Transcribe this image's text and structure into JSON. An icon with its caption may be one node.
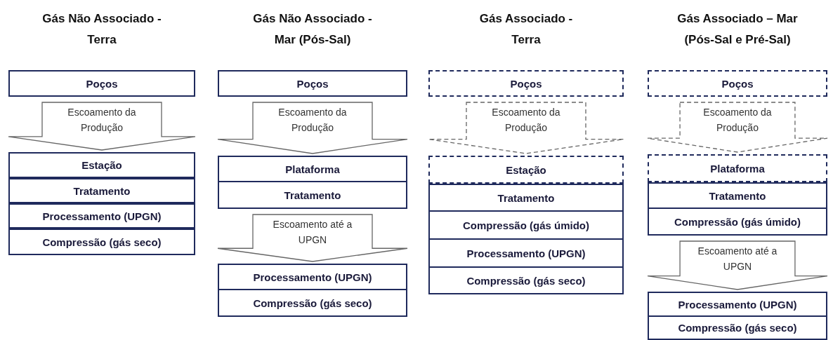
{
  "diagram": {
    "nodes": [
      {
        "text": [
          "Poços"
        ]
      },
      {
        "text": [
          "Estação"
        ]
      },
      {
        "text": [
          "Tratamento"
        ]
      },
      {
        "text": [
          "Processamento (UPGN)"
        ]
      },
      {
        "text": [
          "Compressão (gás seco)"
        ]
      },
      {
        "text": [
          "Poços"
        ]
      },
      {
        "text": [
          "Plataforma"
        ]
      },
      {
        "text": [
          "Tratamento"
        ]
      },
      {
        "text": [
          "Processamento (UPGN)"
        ]
      },
      {
        "text": [
          "Compressão (gás seco)"
        ]
      },
      {
        "text": [
          "Poços"
        ]
      },
      {
        "text": [
          "Estação"
        ]
      },
      {
        "text": [
          "Tratamento"
        ]
      },
      {
        "text": [
          "Compressão (gás úmido)"
        ]
      },
      {
        "text": [
          "Processamento (UPGN)"
        ]
      },
      {
        "text": [
          "Compressão (gás seco)"
        ]
      },
      {
        "text": [
          "Poços"
        ]
      },
      {
        "text": [
          "Plataforma"
        ]
      },
      {
        "text": [
          "Tratamento"
        ]
      },
      {
        "text": [
          "Compressão (gás úmido)"
        ]
      },
      {
        "text": [
          "Processamento (UPGN)"
        ]
      },
      {
        "text": [
          "Compressão (gás seco)"
        ]
      }
    ],
    "edges": [
      {
        "from": 0,
        "to": 1,
        "arrow": "to",
        "label": "Escoamento da Produção"
      },
      {
        "from": 5,
        "to": 6,
        "arrow": "to",
        "label": "Escoamento da Produção"
      },
      {
        "from": 7,
        "to": 8,
        "arrow": "to",
        "label": "Escoamento até a UPGN"
      },
      {
        "from": 10,
        "to": 11,
        "arrow": "to",
        "label": "Escoamento da Produção",
        "style": "dashed"
      },
      {
        "from": 16,
        "to": 17,
        "arrow": "to",
        "label": "Escoamento da Produção",
        "style": "dashed"
      },
      {
        "from": 19,
        "to": 20,
        "arrow": "to",
        "label": "Escoamento até a UPGN"
      }
    ],
    "labels": [
      "Gás Não Associado - Terra",
      "Gás Não Associado - Mar (Pós-Sal)",
      "Gás Associado - Terra",
      "Gás Associado – Mar (Pós-Sal e Pré-Sal)"
    ]
  }
}
